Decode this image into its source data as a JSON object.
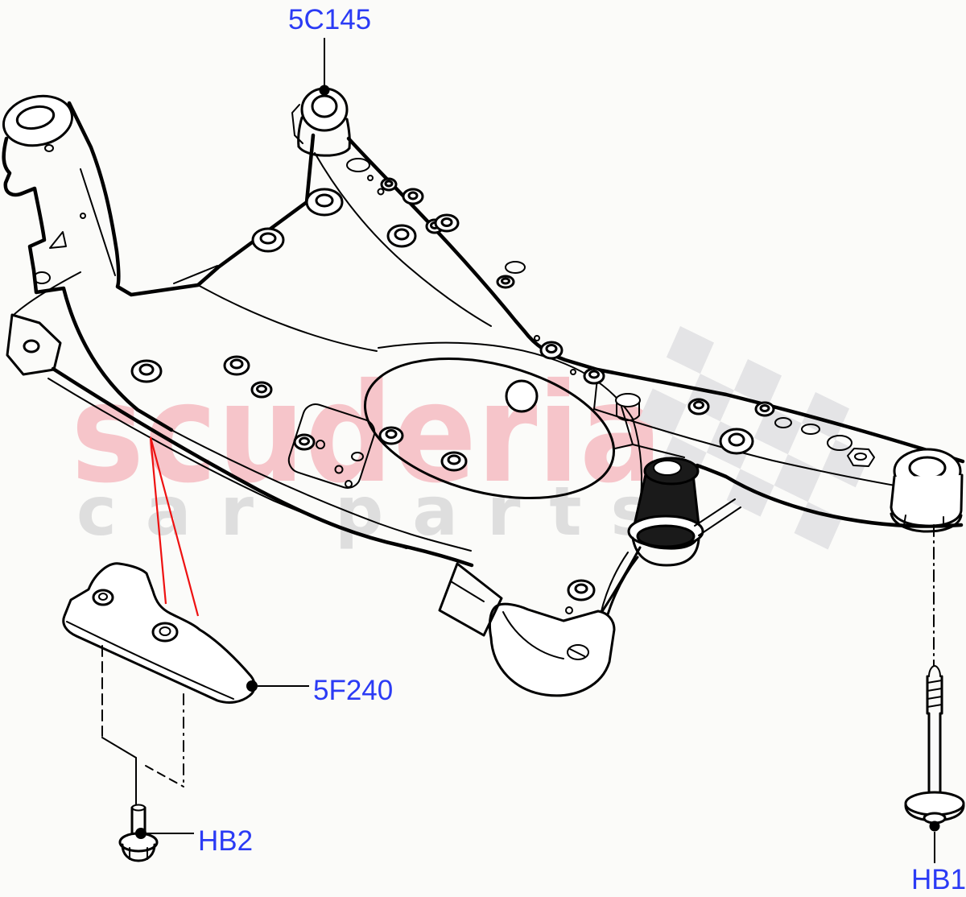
{
  "part_labels": [
    {
      "code": "5C145"
    },
    {
      "code": "5F240"
    },
    {
      "code": "HB2"
    },
    {
      "code": "HB1"
    }
  ],
  "watermark": {
    "brand": "scuderia",
    "tagline": "car parts"
  },
  "colors": {
    "label": "#2b3bf5",
    "leader": "#ee1111",
    "line": "#000000",
    "watermark_brand": "#f6c5ca",
    "watermark_tagline": "#dedede",
    "checker": "#e4e4e6",
    "bg": "#fbfbf9"
  }
}
